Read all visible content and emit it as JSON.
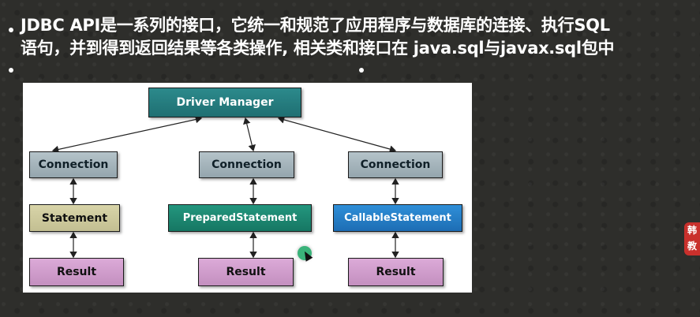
{
  "slide": {
    "title_line1": "JDBC API是一系列的接口，它统一和规范了应用程序与数据库的连接、执行SQL",
    "title_line2": "语句，并到得到返回结果等各类操作, 相关类和接口在 java.sql与javax.sql包中"
  },
  "diagram": {
    "driver_manager": "Driver Manager",
    "columns": [
      {
        "connection": "Connection",
        "statement": "Statement",
        "result": "Result"
      },
      {
        "connection": "Connection",
        "statement": "PreparedStatement",
        "result": "Result"
      },
      {
        "connection": "Connection",
        "statement": "CallableStatement",
        "result": "Result"
      }
    ]
  },
  "side_badge": {
    "text": "韩 教"
  },
  "colors": {
    "driver_manager": "#2a8587",
    "connection": "#a7b7be",
    "statement": "#d0cca0",
    "prepared_statement": "#1e8a74",
    "callable_statement": "#2882cc",
    "result": "#d2a0cf"
  }
}
